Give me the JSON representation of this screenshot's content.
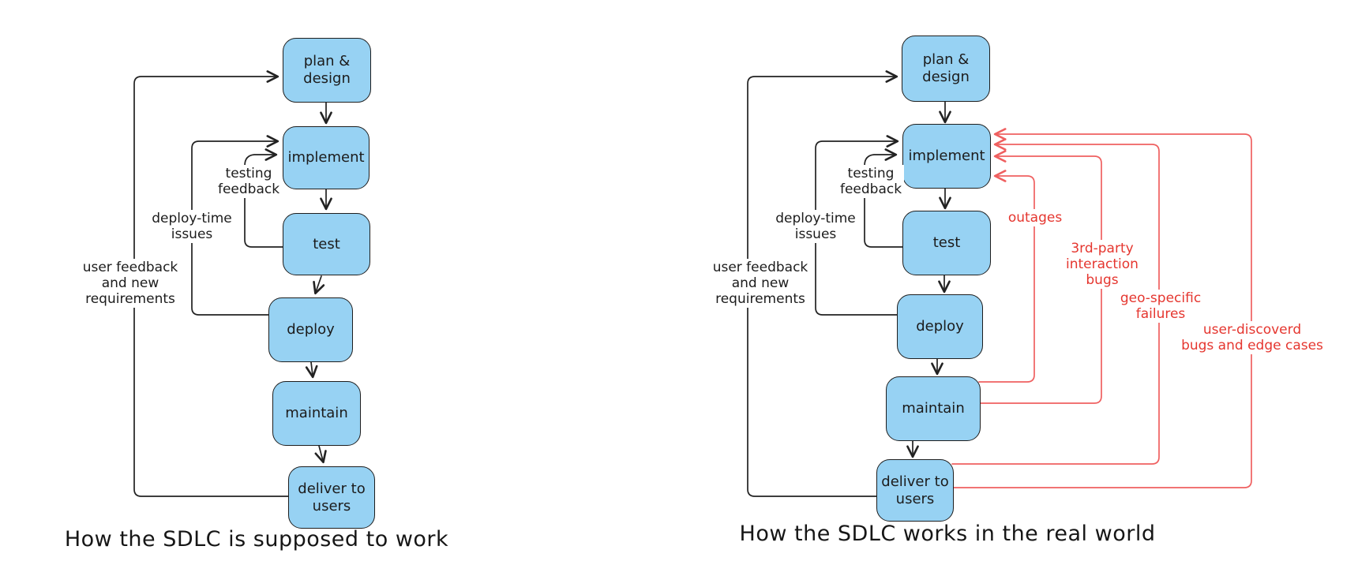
{
  "colors": {
    "box_fill": "#97d2f3",
    "ink": "#222222",
    "red_line": "#ef6060",
    "red_text": "#e5362f",
    "bg": "#ffffff"
  },
  "left": {
    "caption": "How the SDLC is supposed to work",
    "nodes": {
      "plan": "plan &\ndesign",
      "implement": "implement",
      "test": "test",
      "deploy": "deploy",
      "maintain": "maintain",
      "deliver": "deliver to\nusers"
    },
    "labels": {
      "testing_feedback": "testing\nfeedback",
      "deploy_time": "deploy-time\nissues",
      "user_feedback": "user feedback\nand new\nrequirements"
    }
  },
  "right": {
    "caption": "How the SDLC works in the real world",
    "nodes": {
      "plan": "plan &\ndesign",
      "implement": "implement",
      "test": "test",
      "deploy": "deploy",
      "maintain": "maintain",
      "deliver": "deliver to\nusers"
    },
    "labels": {
      "testing_feedback": "testing\nfeedback",
      "deploy_time": "deploy-time\nissues",
      "user_feedback": "user feedback\nand new\nrequirements"
    },
    "red_labels": {
      "outages": "outages",
      "third_party": "3rd-party\ninteraction\nbugs",
      "geo_specific": "geo-specific\nfailures",
      "user_discovered": "user-discoverd\nbugs and edge cases"
    }
  }
}
